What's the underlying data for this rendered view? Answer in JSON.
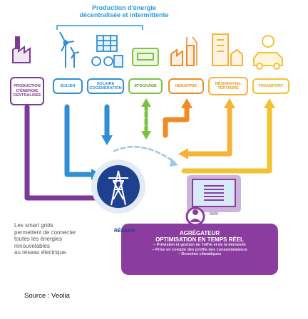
{
  "header": {
    "line1": "Production d'énergie",
    "line2": "décentralisée et intermittente"
  },
  "boxes": {
    "centralisee": [
      "PRODUCTION",
      "D'ÉNERGIE",
      "CENTRALISÉE"
    ],
    "eolien": "ÉOLIEN",
    "solaire": [
      "SOLAIRE",
      "COGÉNÉRATION"
    ],
    "stockage": "STOCKAGE",
    "industrie": "INDUSTRIE",
    "residentiel": [
      "RÉSIDENTIEL",
      "TERTIAIRE"
    ],
    "transport": "TRANSPORT"
  },
  "reseau": "RÉSEAU",
  "note": [
    "Les smart grids",
    "permettent de connecter",
    "toutes les énergies",
    "renouvelables",
    "au réseau électrique."
  ],
  "aggregator": {
    "title": "AGRÉGATEUR",
    "subtitle": "OPTIMISATION EN TEMPS RÉEL",
    "bullets": [
      "– Prévision et gestion de l'offre et de la demande",
      "– Prise en compte des profils des consommateurs",
      "– Données climatiques"
    ]
  },
  "source": "Source : Veolia",
  "colors": {
    "centralisee": "#7a3a95",
    "eolien": "#2f8fd2",
    "solaire": "#2f8fd2",
    "stockage": "#7cc242",
    "industrie": "#f08a24",
    "residentiel": "#f6b23a",
    "transport": "#f2c230",
    "reseau": "#1f3f8f",
    "aggregator": "#8a3d9e"
  }
}
